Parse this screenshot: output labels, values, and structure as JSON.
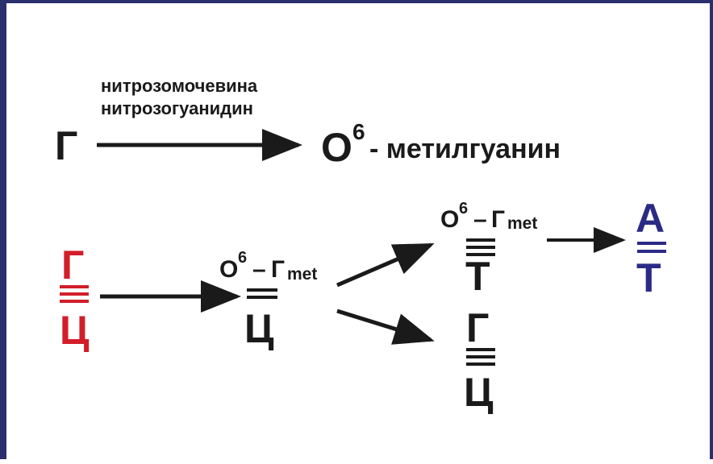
{
  "reagents": {
    "line1": "нитрозомочевина",
    "line2": "нитрозогуанидин"
  },
  "top_reaction": {
    "reactant": "Г",
    "product_O": "O",
    "product_sup": "6",
    "product_suffix": "- метилгуанин"
  },
  "pair_initial": {
    "top": "Г",
    "bottom": "Ц",
    "color": "#d21e2a"
  },
  "pair_methylated": {
    "o": "O",
    "sup": "6",
    "dash": "–",
    "top": "Г",
    "subscript": "met",
    "bottom": "Ц"
  },
  "pair_mispaired": {
    "o": "O",
    "sup": "6",
    "dash": "–",
    "top": "Г",
    "subscript": "met",
    "bottom": "Т"
  },
  "pair_result_mutant": {
    "top": "А",
    "bottom": "Т",
    "color": "#2b2b86"
  },
  "pair_result_normal": {
    "top": "Г",
    "bottom": "Ц"
  },
  "colors": {
    "frame": "#2a2f6e",
    "arrow": "#1a1a1a",
    "text": "#1a1a1a"
  }
}
